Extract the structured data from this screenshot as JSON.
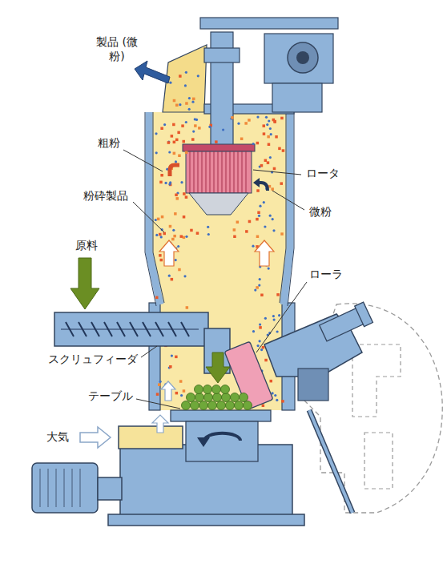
{
  "diagram": {
    "labels": [
      "製品 (微粉)",
      "粗粉",
      "ロータ",
      "粉砕製品",
      "微粉",
      "原料",
      "ローラ",
      "スクリュフィーダ",
      "テーブル",
      "大気"
    ]
  }
}
